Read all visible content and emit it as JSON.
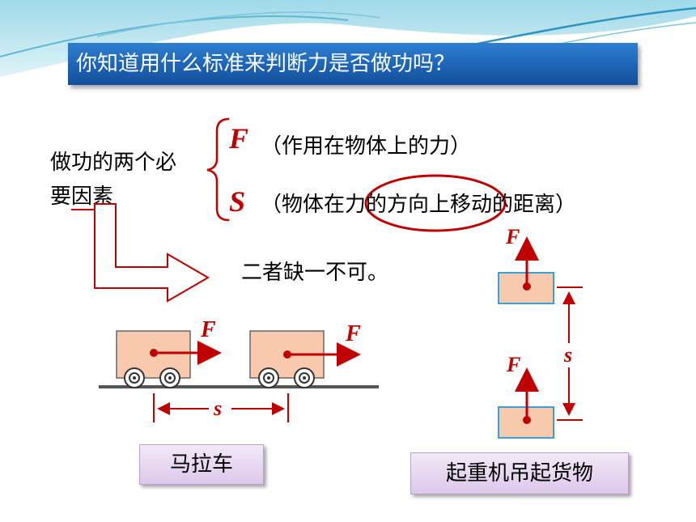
{
  "title": "你知道用什么标准来判断力是否做功吗？",
  "factors": {
    "label_line1": "做功的两个必",
    "label_line2_prefix": "要",
    "label_line2_underlined": "因素",
    "items": [
      {
        "symbol": "F",
        "description": "（作用在物体上的力）"
      },
      {
        "symbol": "S",
        "description": "（物体在力的方向上移动的距离）"
      }
    ]
  },
  "conclusion": "二者缺一不可。",
  "cart_scene": {
    "force_label_1": "F",
    "force_label_2": "F",
    "distance_label": "s",
    "caption": "马拉车"
  },
  "crane_scene": {
    "force_label_top": "F",
    "force_label_bottom": "F",
    "distance_label": "s",
    "caption": "起重机吊起货物"
  },
  "colors": {
    "title_bg": "#1d63b6",
    "accent_red": "#c00000",
    "box_fill": "#f9c9ad",
    "crane_box_fill": "#f7c9ad",
    "crane_box_border": "#3aa0d8"
  }
}
